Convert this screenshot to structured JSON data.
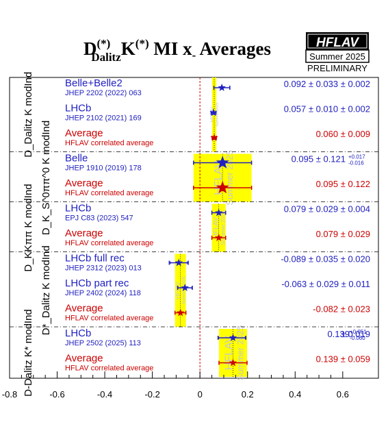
{
  "title": {
    "prefix": "D",
    "sup1": "(*)",
    "sub": "Dalitz",
    "k": "K",
    "sup2": "(*)",
    "rest": " MI x",
    "sub2": "-",
    "end": " Averages"
  },
  "badge": {
    "logo": "HFLAV",
    "season": "Summer 2025",
    "status": "PRELIMINARY"
  },
  "colors": {
    "measurement": "#2020c0",
    "average": "#cc0000",
    "band": "#ffff00",
    "watermark": "#c8c8c8"
  },
  "chart_data": {
    "type": "forest",
    "xlim": [
      -0.8,
      0.75
    ],
    "xticks": [
      -0.8,
      -0.6,
      -0.4,
      -0.2,
      0,
      0.2,
      0.4,
      0.6
    ],
    "xtick_labels": [
      "-0.8",
      "-0.6",
      "-0.4",
      "-0.2",
      "0",
      "0.2",
      "0.4",
      "0.6"
    ],
    "reference_line_x": 0,
    "band_watermark": [
      "HFLAV",
      "Summer 2025"
    ],
    "groups": [
      {
        "label": "D_Dalitz K modInd",
        "average": 0.06,
        "rows": [
          {
            "name": "Belle+Belle2",
            "ref": "JHEP 2202 (2022) 063",
            "kind": "meas",
            "value": 0.092,
            "err_lo": 0.0336,
            "err_hi": 0.0336,
            "stat_lo": 0.033,
            "stat_hi": 0.033,
            "result": "0.092 ± 0.033 ± 0.002"
          },
          {
            "name": "LHCb",
            "ref": "JHEP 2102 (2021) 169",
            "kind": "meas",
            "value": 0.057,
            "err_lo": 0.0102,
            "err_hi": 0.0102,
            "stat_lo": 0.01,
            "stat_hi": 0.01,
            "result": "0.057 ± 0.010 ± 0.002"
          },
          {
            "name": "Average",
            "ref": "HFLAV correlated average",
            "kind": "avg",
            "value": 0.06,
            "err_lo": 0.009,
            "err_hi": 0.009,
            "result": "0.060 ± 0.009"
          }
        ]
      },
      {
        "label": "D_K_S^0ππ^0 K modInd",
        "average": 0.095,
        "rows": [
          {
            "name": "Belle",
            "ref": "JHEP 1910 (2019) 178",
            "kind": "meas",
            "value": 0.095,
            "err_lo": 0.122,
            "err_hi": 0.122,
            "stat_lo": 0.121,
            "stat_hi": 0.121,
            "result": "0.095 ± 0.121",
            "syst_hi": "+0.017",
            "syst_lo": "-0.016"
          },
          {
            "name": "Average",
            "ref": "HFLAV correlated average",
            "kind": "avg",
            "value": 0.095,
            "err_lo": 0.122,
            "err_hi": 0.122,
            "result": "0.095 ± 0.122"
          }
        ]
      },
      {
        "label": "D_KKππ K modInd",
        "average": 0.079,
        "rows": [
          {
            "name": "LHCb",
            "ref": "EPJ C83 (2023) 547",
            "kind": "meas",
            "value": 0.079,
            "err_lo": 0.029,
            "err_hi": 0.029,
            "stat_lo": 0.029,
            "stat_hi": 0.029,
            "result": "0.079 ± 0.029 ± 0.004"
          },
          {
            "name": "Average",
            "ref": "HFLAV correlated average",
            "kind": "avg",
            "value": 0.079,
            "err_lo": 0.029,
            "err_hi": 0.029,
            "result": "0.079 ± 0.029"
          }
        ]
      },
      {
        "label": "D*_Dalitz K modInd",
        "average": -0.082,
        "rows": [
          {
            "name": "LHCb full rec",
            "ref": "JHEP 2312 (2023) 013",
            "kind": "meas",
            "value": -0.089,
            "err_lo": 0.04,
            "err_hi": 0.04,
            "stat_lo": 0.035,
            "stat_hi": 0.035,
            "result": "-0.089 ± 0.035 ± 0.020"
          },
          {
            "name": "LHCb part rec",
            "ref": "JHEP 2402 (2024) 118",
            "kind": "meas",
            "value": -0.063,
            "err_lo": 0.031,
            "err_hi": 0.031,
            "stat_lo": 0.029,
            "stat_hi": 0.029,
            "result": "-0.063 ± 0.029 ± 0.011"
          },
          {
            "name": "Average",
            "ref": "HFLAV correlated average",
            "kind": "avg",
            "value": -0.082,
            "err_lo": 0.023,
            "err_hi": 0.023,
            "result": "-0.082 ± 0.023"
          }
        ]
      },
      {
        "label": "D-Dalitz K* modInd",
        "average": 0.139,
        "rows": [
          {
            "name": "LHCb",
            "ref": "JHEP 2502 (2025) 113",
            "kind": "meas",
            "value": 0.139,
            "err_lo": 0.063,
            "err_hi": 0.054,
            "stat_lo": 0.06,
            "stat_hi": 0.051,
            "result": "0.139",
            "stat_up": "+0.051",
            "stat_dn": "-0.060",
            "syst": "± 0.019"
          },
          {
            "name": "Average",
            "ref": "HFLAV correlated average",
            "kind": "avg",
            "value": 0.139,
            "err_lo": 0.059,
            "err_hi": 0.059,
            "result": "0.139 ± 0.059"
          }
        ]
      }
    ]
  }
}
